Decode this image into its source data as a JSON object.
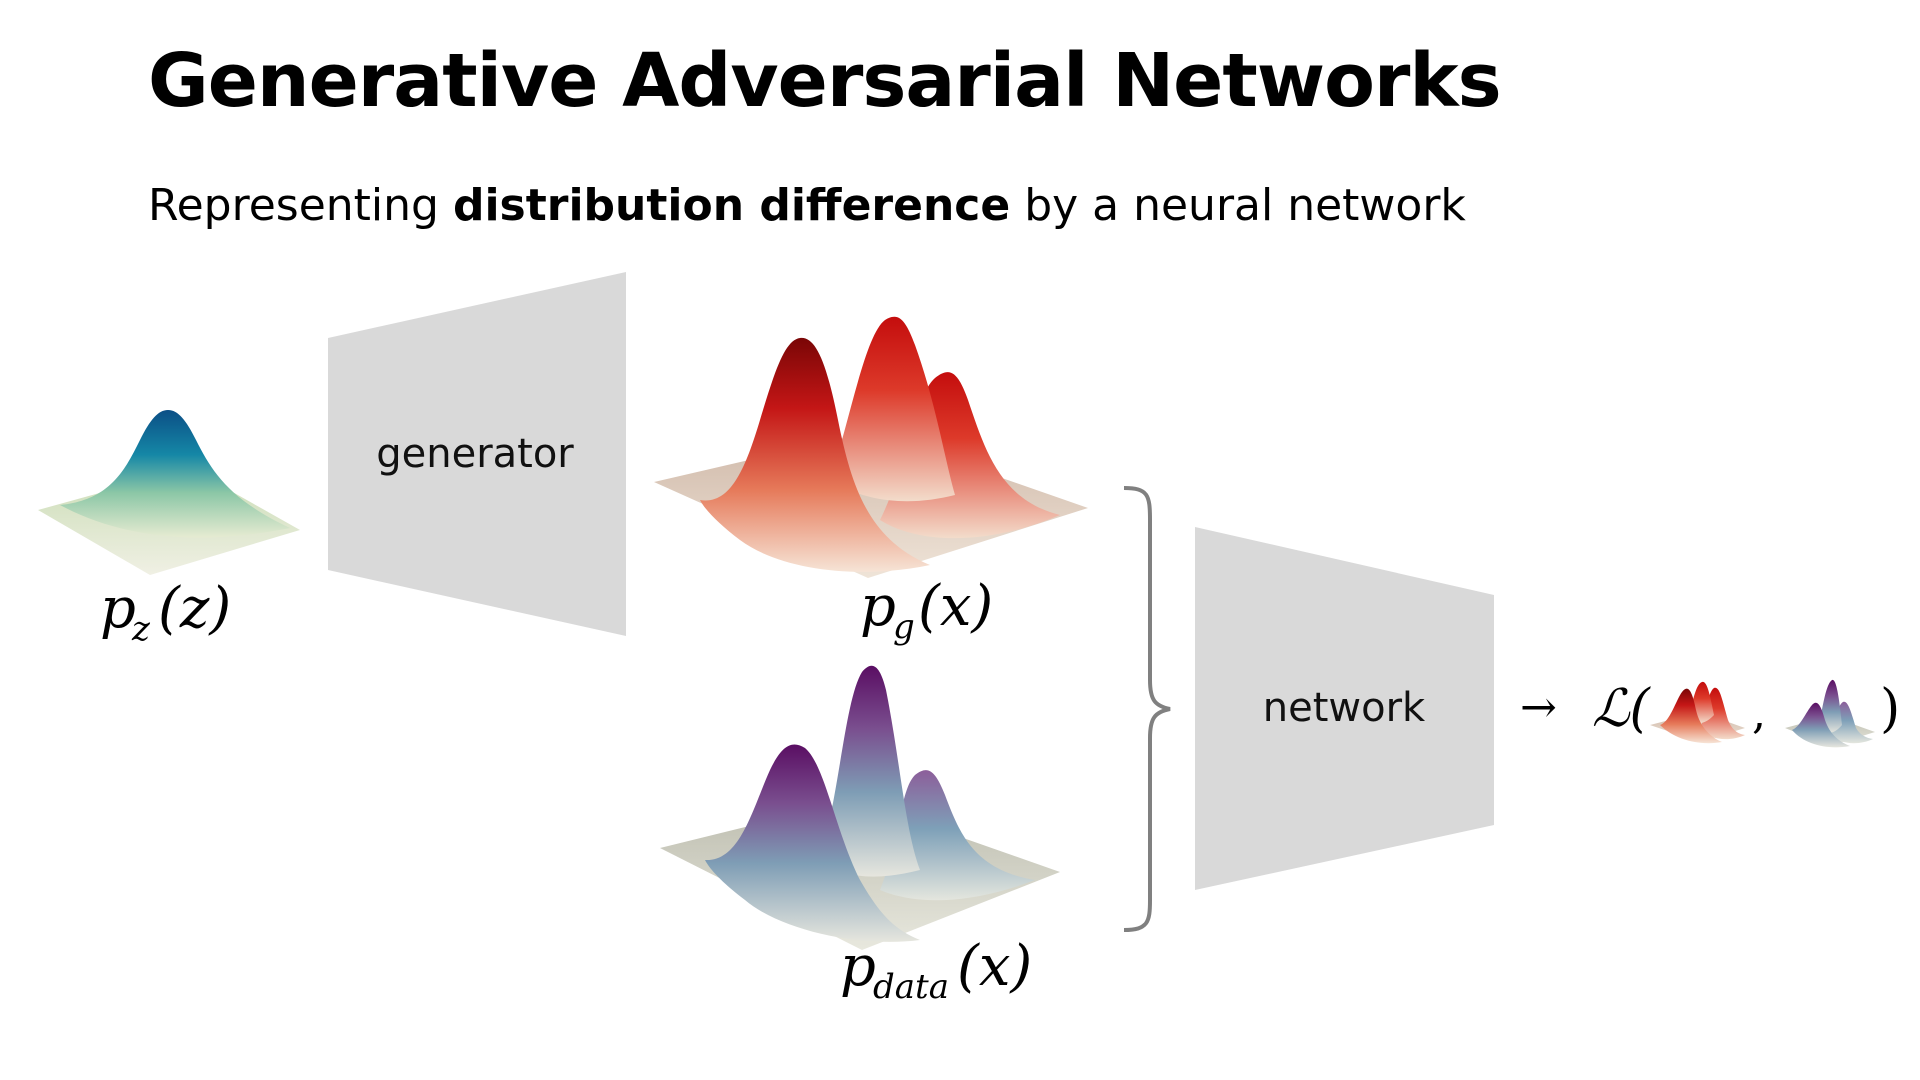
{
  "slide": {
    "title": "Generative Adversarial Networks",
    "subtitle": {
      "prefix": "Representing ",
      "emphasis": "distribution difference",
      "suffix": " by a neural network"
    }
  },
  "diagram": {
    "generator": {
      "label": "generator"
    },
    "network": {
      "label": "network"
    },
    "latent_dist": {
      "symbol": "p",
      "subscript": "z",
      "argument": "(z)"
    },
    "generated_dist": {
      "symbol": "p",
      "subscript": "g",
      "argument": "(x)"
    },
    "data_dist": {
      "symbol": "p",
      "subscript": "data",
      "argument": "(x)"
    },
    "loss": {
      "arrow": "→",
      "symbol": "ℒ(",
      "separator": ",",
      "close": ")"
    },
    "colors": {
      "box_fill": "#d9d9d9",
      "brace": "#808080",
      "latent_peak": "#0b5f8f",
      "latent_base": "#dfe6c8",
      "generated_peak": "#b50e0e",
      "generated_base": "#eedccb",
      "data_peak": "#6a1a6e",
      "data_base": "#d8d8cf"
    }
  }
}
